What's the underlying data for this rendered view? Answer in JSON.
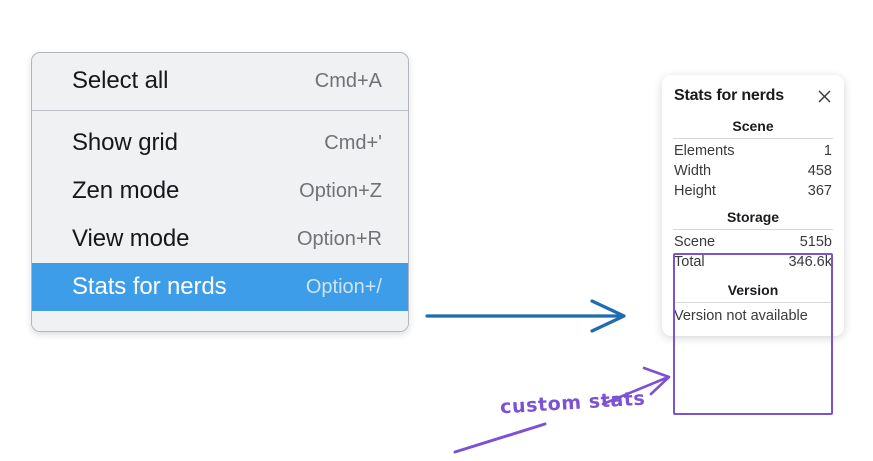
{
  "menu": {
    "groups": [
      {
        "items": [
          {
            "label": "Select all",
            "shortcut": "Cmd+A",
            "selected": false
          }
        ]
      },
      {
        "items": [
          {
            "label": "Show grid",
            "shortcut": "Cmd+'",
            "selected": false
          },
          {
            "label": "Zen mode",
            "shortcut": "Option+Z",
            "selected": false
          },
          {
            "label": "View mode",
            "shortcut": "Option+R",
            "selected": false
          },
          {
            "label": "Stats for nerds",
            "shortcut": "Option+/",
            "selected": true
          }
        ]
      }
    ]
  },
  "stats_panel": {
    "title": "Stats for nerds",
    "close_icon": "close-icon",
    "sections": [
      {
        "name": "Scene",
        "rows": [
          {
            "label": "Elements",
            "value": "1"
          },
          {
            "label": "Width",
            "value": "458"
          },
          {
            "label": "Height",
            "value": "367"
          }
        ]
      },
      {
        "name": "Storage",
        "rows": [
          {
            "label": "Scene",
            "value": "515b"
          },
          {
            "label": "Total",
            "value": "346.6k"
          }
        ]
      },
      {
        "name": "Version",
        "note": "Version not available"
      }
    ]
  },
  "annotations": {
    "handwriting": "custom stats",
    "arrow_blue": "arrow-menu-to-panel",
    "arrow_purple": "arrow-label-to-custom-stats"
  },
  "colors": {
    "highlight": "#3d9de9",
    "annotation_purple": "#7b52d3",
    "annotation_blue": "#1f6cb0",
    "menu_bg": "#f0f1f3"
  }
}
